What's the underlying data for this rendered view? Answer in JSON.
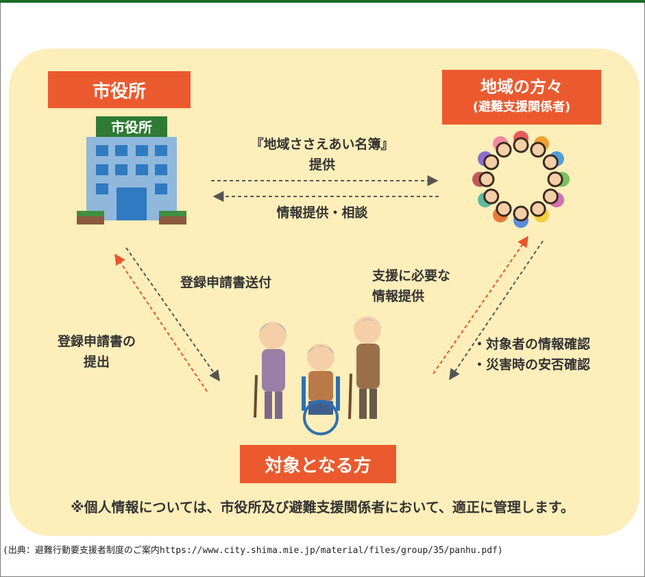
{
  "nodes": {
    "city_hall": {
      "label": "市役所",
      "sign": "市役所"
    },
    "community": {
      "label": "地域の方々",
      "sublabel": "(避難支援関係者)"
    },
    "target": {
      "label": "対象となる方"
    }
  },
  "edges": {
    "provide_list": {
      "line1": "『地域ささえあい名簿』",
      "line2": "提供"
    },
    "info_consult": "情報提供・相談",
    "send_form": "登録申請書送付",
    "submit_form": {
      "line1": "登録申請書の",
      "line2": "提出"
    },
    "support_info": {
      "line1": "支援に必要な",
      "line2": "情報提供"
    },
    "checks": {
      "line1": "・対象者の情報確認",
      "line2": "・災害時の安否確認"
    }
  },
  "note": "※個人情報については、市役所及び避難支援関係者において、適正に管理します。",
  "source": "(出典：避難行動要支援者制度のご案内https://www.city.shima.mie.jp/material/files/group/35/panhu.pdf)",
  "colors": {
    "panel": "#fdeeba",
    "label_box": "#eb5a2e",
    "arrow_red": "#e8542b",
    "arrow_gray": "#555555",
    "building": "#8fb8dc",
    "sign": "#2f7a34"
  }
}
